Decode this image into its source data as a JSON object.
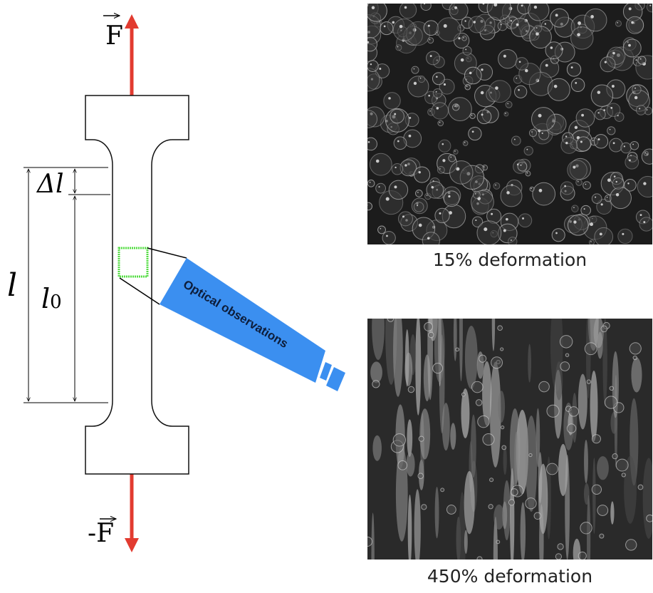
{
  "force_top_label": "F",
  "force_bottom_label": "-F",
  "force_arrow_color": "#e23b30",
  "delta_l_label": "Δl",
  "l_label": "l",
  "l0_label": "l0",
  "optical_label": "Optical observations",
  "optical_color": "#3b8ff0",
  "observation_window_color": "#55dd44",
  "micrographs": [
    {
      "caption": "15% deformation",
      "texture": "bubbles"
    },
    {
      "caption": "450% deformation",
      "texture": "stretched"
    }
  ]
}
